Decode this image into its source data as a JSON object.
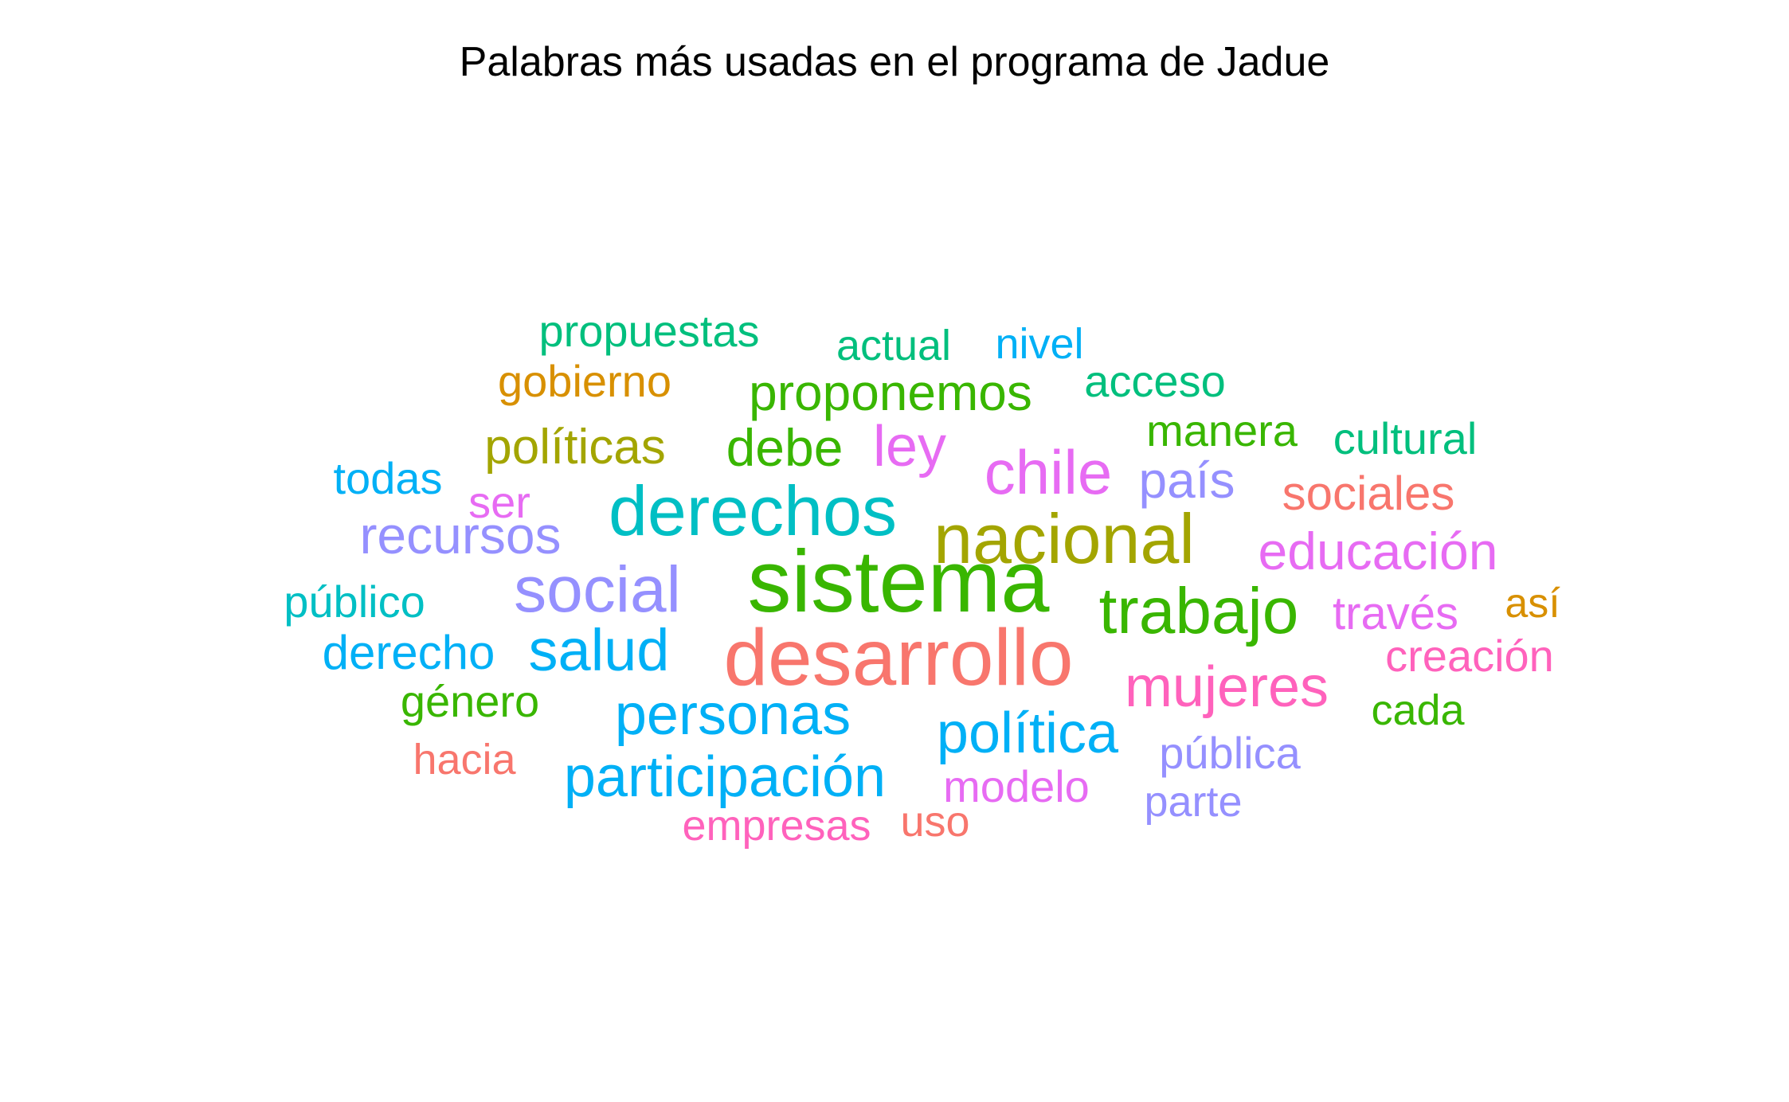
{
  "chart_data": {
    "type": "wordcloud",
    "title": "Palabras más usadas en el programa de Jadue",
    "words": [
      {
        "text": "sistema",
        "size": 10,
        "color": "#39B600"
      },
      {
        "text": "desarrollo",
        "size": 10,
        "color": "#F8766D"
      },
      {
        "text": "nacional",
        "size": 9,
        "color": "#A3A500"
      },
      {
        "text": "derechos",
        "size": 9,
        "color": "#00BFC4"
      },
      {
        "text": "trabajo",
        "size": 8,
        "color": "#39B600"
      },
      {
        "text": "social",
        "size": 8,
        "color": "#9590FF"
      },
      {
        "text": "chile",
        "size": 8,
        "color": "#E76BF3"
      },
      {
        "text": "política",
        "size": 7,
        "color": "#00B0F6"
      },
      {
        "text": "salud",
        "size": 7,
        "color": "#00B0F6"
      },
      {
        "text": "personas",
        "size": 7,
        "color": "#00B0F6"
      },
      {
        "text": "participación",
        "size": 7,
        "color": "#00B0F6"
      },
      {
        "text": "mujeres",
        "size": 7,
        "color": "#FF62BC"
      },
      {
        "text": "ley",
        "size": 7,
        "color": "#E76BF3"
      },
      {
        "text": "educación",
        "size": 7,
        "color": "#E76BF3"
      },
      {
        "text": "recursos",
        "size": 6,
        "color": "#9590FF"
      },
      {
        "text": "debe",
        "size": 6,
        "color": "#39B600"
      },
      {
        "text": "proponemos",
        "size": 6,
        "color": "#39B600"
      },
      {
        "text": "políticas",
        "size": 6,
        "color": "#A3A500"
      },
      {
        "text": "país",
        "size": 6,
        "color": "#9590FF"
      },
      {
        "text": "sociales",
        "size": 6,
        "color": "#F8766D"
      },
      {
        "text": "gobierno",
        "size": 5,
        "color": "#D89000"
      },
      {
        "text": "acceso",
        "size": 5,
        "color": "#00BF7D"
      },
      {
        "text": "manera",
        "size": 5,
        "color": "#39B600"
      },
      {
        "text": "cultural",
        "size": 5,
        "color": "#00BF7D"
      },
      {
        "text": "público",
        "size": 5,
        "color": "#00BFC4"
      },
      {
        "text": "derecho",
        "size": 5,
        "color": "#00B0F6"
      },
      {
        "text": "través",
        "size": 5,
        "color": "#E76BF3"
      },
      {
        "text": "creación",
        "size": 5,
        "color": "#FF62BC"
      },
      {
        "text": "pública",
        "size": 5,
        "color": "#9590FF"
      },
      {
        "text": "modelo",
        "size": 5,
        "color": "#E76BF3"
      },
      {
        "text": "género",
        "size": 5,
        "color": "#39B600"
      },
      {
        "text": "propuestas",
        "size": 5,
        "color": "#00BF7D"
      },
      {
        "text": "actual",
        "size": 5,
        "color": "#00BF7D"
      },
      {
        "text": "nivel",
        "size": 5,
        "color": "#00B0F6"
      },
      {
        "text": "todas",
        "size": 5,
        "color": "#00B0F6"
      },
      {
        "text": "ser",
        "size": 5,
        "color": "#E76BF3"
      },
      {
        "text": "hacia",
        "size": 5,
        "color": "#F8766D"
      },
      {
        "text": "empresas",
        "size": 5,
        "color": "#FF62BC"
      },
      {
        "text": "uso",
        "size": 5,
        "color": "#F8766D"
      },
      {
        "text": "parte",
        "size": 5,
        "color": "#9590FF"
      },
      {
        "text": "cada",
        "size": 5,
        "color": "#39B600"
      },
      {
        "text": "así",
        "size": 4,
        "color": "#D89000"
      }
    ]
  }
}
